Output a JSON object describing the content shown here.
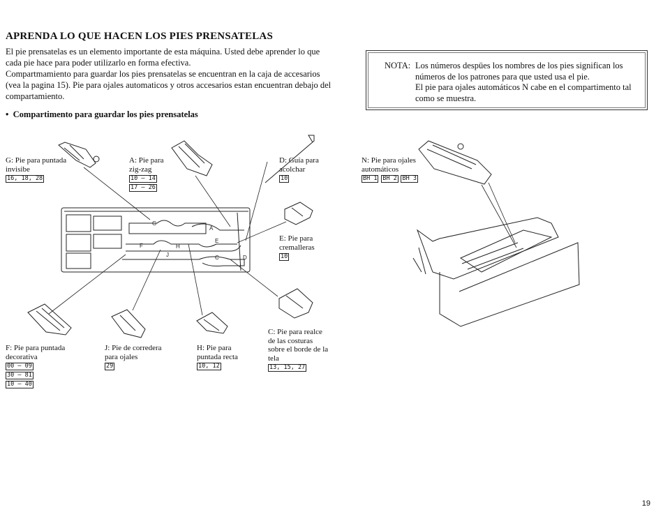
{
  "heading": "APRENDA LO QUE HACEN LOS PIES PRENSATELAS",
  "intro": [
    "El pie prensatelas es un elemento importante de esta máquina. Usted debe aprender lo que cada pie hace para poder utilizarlo en forma efectiva.",
    "Compartmamiento para guardar los pies prensatelas se encuentran en la caja de accesarios (vea la pagina 15). Pie para ojales automaticos y otros accesarios estan encuentran debajo del compartamiento."
  ],
  "bullet": "Compartimento para guardar los pies prensatelas",
  "note": {
    "label": "NOTA:",
    "lines": [
      "Los números despües los nombres de los pies significan los números de los patrones para que usted usa el pie.",
      "El pie para ojales automáticos N cabe en el compartimento tal como se muestra."
    ]
  },
  "feet": {
    "G": {
      "letter": "G",
      "name": "Pie para puntada invisibe",
      "codes": "16, 18, 28"
    },
    "A": {
      "letter": "A",
      "name": "Pie para zig-zag",
      "codes1": "10 – 14",
      "codes2": "17 – 26"
    },
    "D": {
      "letter": "D",
      "name": "Guía para acolchar",
      "codes": "10"
    },
    "E": {
      "letter": "E",
      "name": "Pie para cremalleras",
      "codes": "10"
    },
    "C": {
      "letter": "C",
      "name": "Pie para realce de las costuras sobre el borde de la tela",
      "codes": "13, 15, 27"
    },
    "F": {
      "letter": "F",
      "name": "Pie para puntada decorativa",
      "codes1": "00 – 09",
      "codes2": "30 – 81",
      "codes3": "10 – 40"
    },
    "J": {
      "letter": "J",
      "name": "Pie de corredera para ojales",
      "codes": "29"
    },
    "H": {
      "letter": "H",
      "name": "Pie para puntada recta",
      "codes": "10, 12"
    },
    "N": {
      "letter": "N",
      "name": "Pie para ojales automáticos",
      "codes": [
        "BH 1",
        "BH 2",
        "BH 3"
      ]
    }
  },
  "tray_letters": [
    "G",
    "A",
    "F",
    "H",
    "E",
    "J",
    "C",
    "D"
  ],
  "page_number": "19"
}
